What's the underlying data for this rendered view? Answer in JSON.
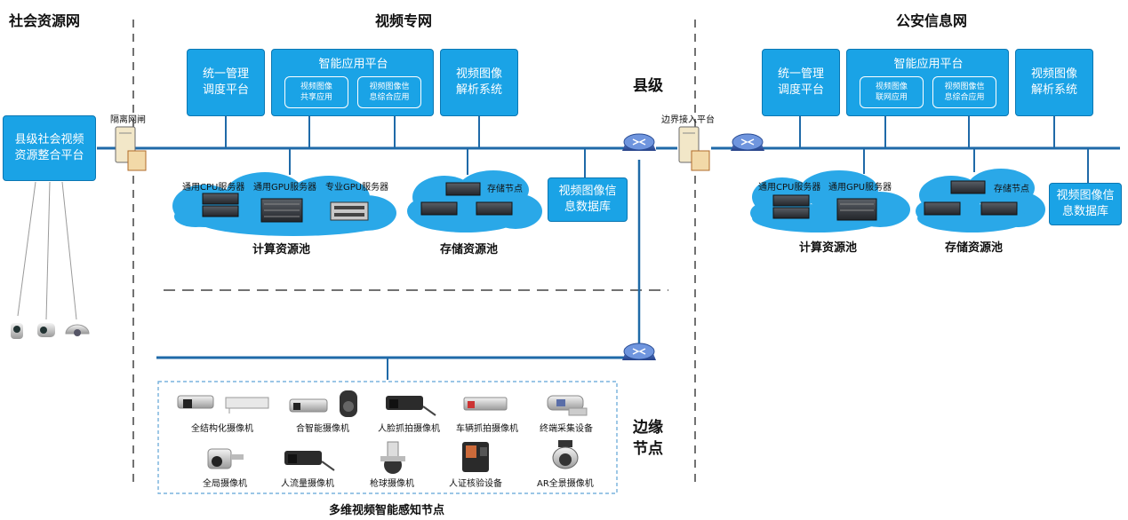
{
  "sections": {
    "social": "社会资源网",
    "video": "视频专网",
    "police": "公安信息网"
  },
  "levels": {
    "county": "县级",
    "edge": [
      "边缘",
      "节点"
    ]
  },
  "social": {
    "platform": [
      "县级社会视频",
      "资源整合平台"
    ],
    "gateway": "隔离网闸"
  },
  "video": {
    "dispatch": [
      "统一管理",
      "调度平台"
    ],
    "smart": {
      "title": "智能应用平台",
      "apps": [
        [
          "视频图像",
          "共享应用"
        ],
        [
          "视频图像信",
          "息综合应用"
        ]
      ]
    },
    "analysis": [
      "视频图像",
      "解析系统"
    ],
    "database": [
      "视频图像信",
      "息数据库"
    ],
    "compute": {
      "servers": [
        "通用CPU服务器",
        "通用GPU服务器",
        "专业GPU服务器"
      ],
      "label": "计算资源池"
    },
    "storage": {
      "node": "存储节点",
      "label": "存储资源池"
    }
  },
  "boundary": "边界接入平台",
  "police": {
    "dispatch": [
      "统一管理",
      "调度平台"
    ],
    "smart": {
      "title": "智能应用平台",
      "apps": [
        [
          "视频图像",
          "联网应用"
        ],
        [
          "视频图像信",
          "息综合应用"
        ]
      ]
    },
    "analysis": [
      "视频图像",
      "解析系统"
    ],
    "database": [
      "视频图像信",
      "息数据库"
    ],
    "compute": {
      "servers": [
        "通用CPU服务器",
        "通用GPU服务器"
      ],
      "label": "计算资源池"
    },
    "storage": {
      "node": "存储节点",
      "label": "存储资源池"
    }
  },
  "edge": {
    "row1": [
      "全结构化摄像机",
      "合智能摄像机",
      "人脸抓拍摄像机",
      "车辆抓拍摄像机",
      "终端采集设备"
    ],
    "row2": [
      "全局摄像机",
      "人流量摄像机",
      "枪球摄像机",
      "人证核验设备",
      "AR全景摄像机"
    ],
    "caption": "多维视频智能感知节点"
  },
  "colors": {
    "box": "#1aa3e6",
    "bus": "#1f6aa8",
    "cloud": "#2aa8e8",
    "switch": "#3466b8"
  }
}
